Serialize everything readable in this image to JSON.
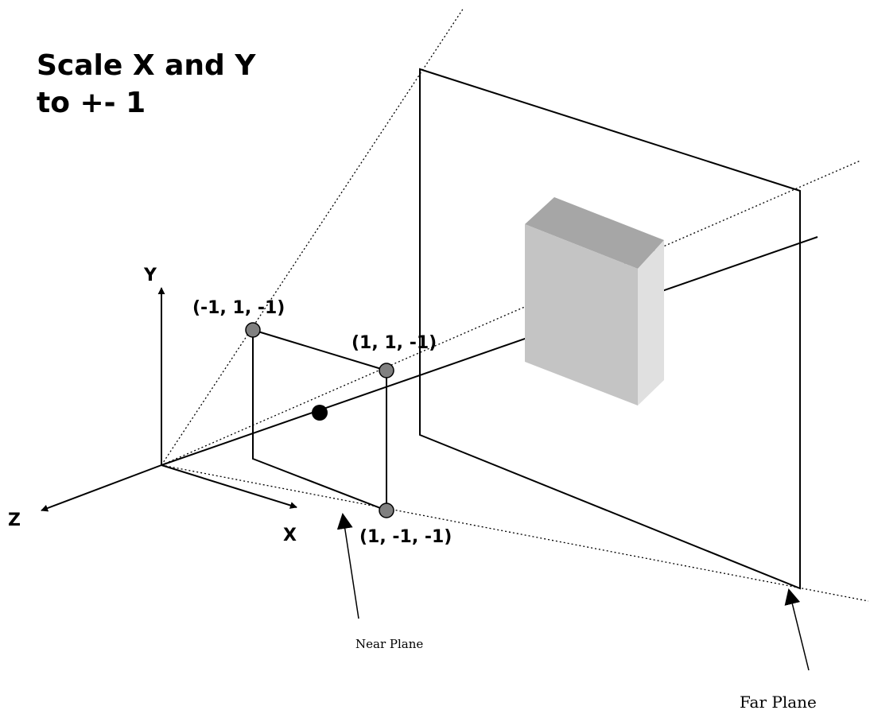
{
  "title": {
    "line1": "Scale X and Y",
    "line2": "to +- 1"
  },
  "axes": {
    "y_label": "Y",
    "x_label": "X",
    "z_label": "Z"
  },
  "points": {
    "top_left": "(-1, 1, -1)",
    "top_right": "(1, 1, -1)",
    "bottom_right": "(1, -1, -1)"
  },
  "planes": {
    "near_label": "Near Plane",
    "far_label": "Far Plane"
  },
  "colors": {
    "line": "#000000",
    "point_fill": "#808080",
    "center_point": "#000000",
    "box_front": "#c4c4c4",
    "box_top": "#a6a6a6",
    "box_side": "#e0e0e0"
  }
}
